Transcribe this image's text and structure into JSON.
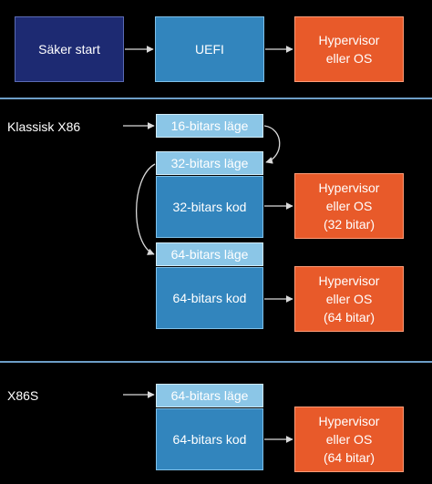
{
  "top_row": {
    "secure_boot": "Säker start",
    "uefi": "UEFI",
    "hypervisor_line1": "Hypervisor",
    "hypervisor_line2": "eller OS"
  },
  "classic": {
    "label": "Klassisk X86",
    "mode16": "16-bitars läge",
    "mode32": "32-bitars läge",
    "code32": "32-bitars kod",
    "hv32_line1": "Hypervisor",
    "hv32_line2": "eller OS",
    "hv32_line3": "(32 bitar)",
    "mode64": "64-bitars läge",
    "code64": "64-bitars kod",
    "hv64_line1": "Hypervisor",
    "hv64_line2": "eller OS",
    "hv64_line3": "(64 bitar)"
  },
  "x86s": {
    "label": "X86S",
    "mode64": "64-bitars läge",
    "code64": "64-bitars kod",
    "hv_line1": "Hypervisor",
    "hv_line2": "eller OS",
    "hv_line3": "(64 bitar)"
  },
  "colors": {
    "navy": "#1d2a72",
    "blue": "#3285bd",
    "light_blue": "#8bc6e7",
    "orange": "#e85a2a",
    "divider": "#6d9ec7"
  }
}
